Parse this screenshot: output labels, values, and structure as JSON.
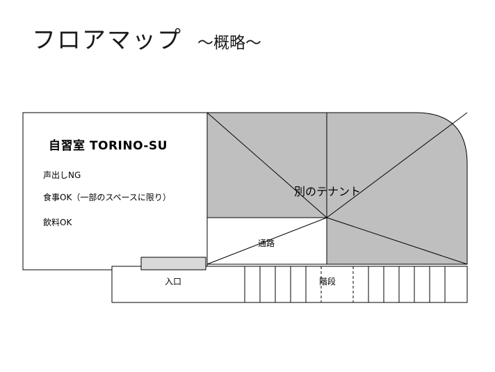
{
  "title": {
    "main": "フロアマップ",
    "sub": "～概略～"
  },
  "map": {
    "room": {
      "name": "自習室 TORINO-SU",
      "notes": [
        "声出しNG",
        "食事OK（一部のスペースに限り）",
        "飲料OK"
      ]
    },
    "tenant_label": "別のテナント",
    "corridor_label": "通路",
    "entrance_label": "入口",
    "stairs_label": "階段"
  },
  "colors": {
    "tenant_fill": "#bfbfbf",
    "door_fill": "#d9d9d9",
    "outline": "#000000",
    "background": "#ffffff",
    "text": "#000000"
  }
}
